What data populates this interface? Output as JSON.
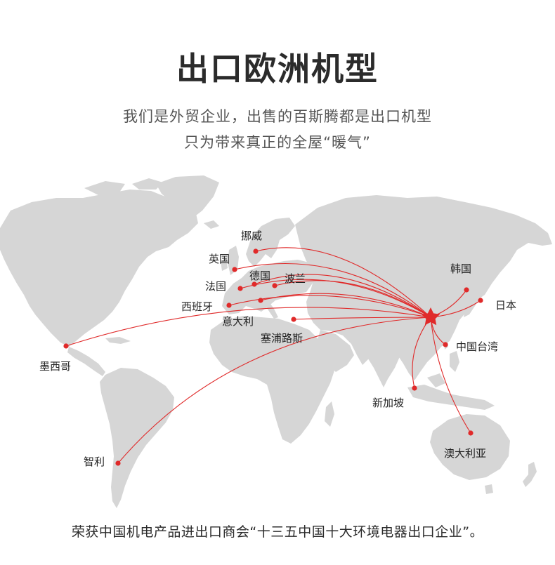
{
  "header": {
    "title": "出口欧洲机型",
    "subtitle_line1": "我们是外贸企业，出售的百斯腾都是出口机型",
    "subtitle_line2": "只为带来真正的全屋“暖气”"
  },
  "map": {
    "route_color": "#e02a2a",
    "land_color": "#d6d6d6",
    "origin_marker": "star-icon",
    "destinations": [
      {
        "id": "norway",
        "label": "挪威"
      },
      {
        "id": "uk",
        "label": "英国"
      },
      {
        "id": "germany",
        "label": "德国"
      },
      {
        "id": "poland",
        "label": "波兰"
      },
      {
        "id": "france",
        "label": "法国"
      },
      {
        "id": "spain",
        "label": "西班牙"
      },
      {
        "id": "italy",
        "label": "意大利"
      },
      {
        "id": "cyprus",
        "label": "塞浦路斯"
      },
      {
        "id": "korea",
        "label": "韩国"
      },
      {
        "id": "japan",
        "label": "日本"
      },
      {
        "id": "taiwan",
        "label": "中国台湾"
      },
      {
        "id": "singapore",
        "label": "新加坡"
      },
      {
        "id": "australia",
        "label": "澳大利亚"
      },
      {
        "id": "mexico",
        "label": "墨西哥"
      },
      {
        "id": "chile",
        "label": "智利"
      }
    ]
  },
  "footer": {
    "text": "荣获中国机电产品进出口商会“十三五中国十大环境电器出口企业”。"
  }
}
